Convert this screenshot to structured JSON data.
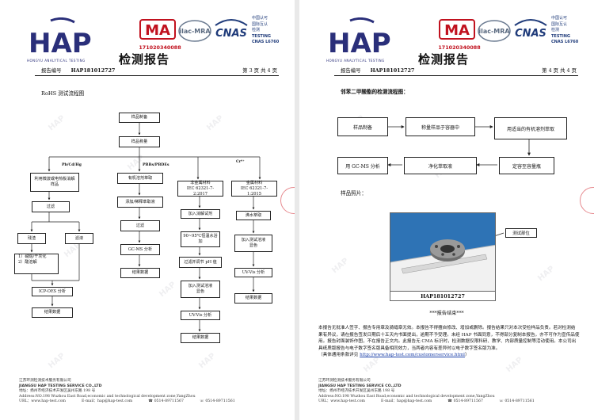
{
  "header": {
    "hap_logo_text": "HAP",
    "hap_sub": "HONGYU ANALYTICAL TESTING",
    "ma_logo_text": "MA",
    "ma_number": "171020340088",
    "ilac_logo_text": "ilac-MRA",
    "cnas_logo_text": "CNAS",
    "cnas_lines": [
      "中国认可",
      "国际互认",
      "检测",
      "TESTING",
      "CNAS L6760"
    ],
    "title": "检测报告",
    "report_no_label": "报告编号",
    "report_no": "HAP181012727"
  },
  "left_page": {
    "page_label": "第 3 页     共 4 页",
    "section_title": "RoHS  测试流程图",
    "flow": {
      "sample_prep": "样品制备",
      "sample_weigh": "样品称量",
      "branch_pb": "Pb/Cd/Hg",
      "branch_pbb": "PBBs/PBDEs",
      "branch_cr": "Cr⁶⁺",
      "microwave": [
        "利用微波或电热板消解",
        "样品"
      ],
      "filter1": "过滤",
      "residue": "残渣",
      "filtrate": "滤液",
      "alkali": [
        "1）碱熔/干灰化",
        "2）酸溶解"
      ],
      "icp": "ICP-OES 分析",
      "result1": "结果数据",
      "organic_extract": "有机溶剂萃取",
      "add_cleanup": "添加/稀释萃取液",
      "filter2": "过滤",
      "gcms": "GC-MS 分析",
      "result2": "结果数据",
      "nonmetal": [
        "非金属材料",
        "IEC 62321-7-2:2017"
      ],
      "acid_reagent": "加入消解试剂",
      "heat": [
        "90~95℃恒温水浴",
        "加"
      ],
      "filter_ph": "过滤并调节 pH 值",
      "add_color": [
        "加入测试溶液",
        "显色"
      ],
      "uvvis1": "UV-Vis 分析",
      "result3": "结果数据",
      "metal": [
        "金属材料",
        "IEC 62321-7-1:2015"
      ],
      "boil": "沸水萃取",
      "add_color2": [
        "加入测试溶液",
        "显色"
      ],
      "uvvis2": "UV-Vis 分析",
      "result4": "结果数据"
    }
  },
  "right_page": {
    "page_label": "第 4 页     共 4 页",
    "section_title": "邻苯二甲酸酯的检测流程图：",
    "flow": {
      "sample_prep": "样品制备",
      "weigh": "称量样品于容器中",
      "extract": "用适当的有机溶剂萃取",
      "dilute": "定容至容量瓶",
      "purify": "净化萃取液",
      "gcms": "用 GC-MS 分析"
    },
    "photo_label": "样品照片：",
    "photo_caption": "HAP181012727",
    "callout": "测试部位",
    "end_mark": "***报告结束***",
    "notes": "本报告无批准人签字、报告专用章及骑缝章无效。本报告不得擅自修改、增加或删除。报告结果只对本次受检样品负责。若对检测结果有异议，请在报告签发日期后十五天内书面提出，逾期不予受理。未经 HAP 书面同意，不得部分复制本报告，亦不可作为宣传品使用。报告封面装饰作图，不在报告正文内。此报告无 CMA 标识时，检测数据仅限科研、教学、内部质量控制等活动使用。本公司出具纸质版报告与电子数字签名版具备相同效力，当两者内容有差异时以电子数字签名版为准。",
    "notes_link_prefix": "（具体通用条款详见 ",
    "notes_link": "http://www.hap-test.com/customerservice.html",
    "notes_link_suffix": "）"
  },
  "footer": {
    "company_cn": "江苏环测检测技术服务有限公司",
    "company_en": "JIANGSU HAP TESTING SERVICE CO.,LTD",
    "address_cn": "地址：扬州市经济技术开发区吴州东路 198 号",
    "address_en": "Address:NO.198 Wuzhou East Road,economic and technological development zone,YangZhou",
    "url": "URL：www.hap-test.com",
    "email": "E-mail：hap@hap-test.com",
    "tel": "0514-89711567",
    "fax": "0514-89711561"
  },
  "watermark": "HAP",
  "colors": {
    "hap_blue": "#2a2f7a",
    "ma_red": "#c1121f",
    "cnas_blue": "#1f3b7a",
    "photo_blue": "#2b6fb0"
  }
}
